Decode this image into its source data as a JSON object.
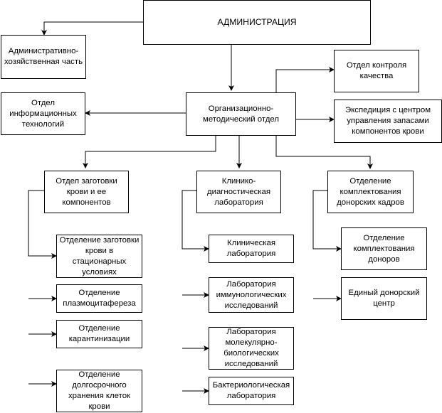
{
  "colors": {
    "line": "#000000",
    "box_fill": "#ffffff",
    "text": "#000000"
  },
  "nodes": {
    "admin": "АДМИНИСТРАЦИЯ",
    "ahc": "Административно-\nхозяйственная часть",
    "it": "Отдел\nинформационных\nтехнологий",
    "omo": "Организационно-\nметодический отдел",
    "qc": "Отдел контроля\nкачества",
    "exp": "Экспедиция с центром\nуправления запасами\nкомпонентов крови",
    "zag": "Отдел заготовки\nкрови и ее\nкомпонентов",
    "kdl": "Клинико-\nдиагностическая\nлаборатория",
    "komp": "Отделение\nкомплектования\nдонорских кадров",
    "z1": "Отделение заготовки\nкрови в\nстационарных\nусловиях",
    "z2": "Отделение\nплазмоцитафереза",
    "z3": "Отделение\nкарантинизации",
    "z4": "Отделение\nдолгосрочного\nхранения клеток\nкрови",
    "l1": "Клиническая\nлаборатория",
    "l2": "Лаборатория\nиммунологических\nисследований",
    "l3": "Лаборатория\nмолекулярно-\nбиологических\nисследований",
    "l4": "Бактериологическая\nлаборатория",
    "k1": "Отделение\nкомплектования\nдоноров",
    "k2": "Единый донорский\nцентр"
  }
}
